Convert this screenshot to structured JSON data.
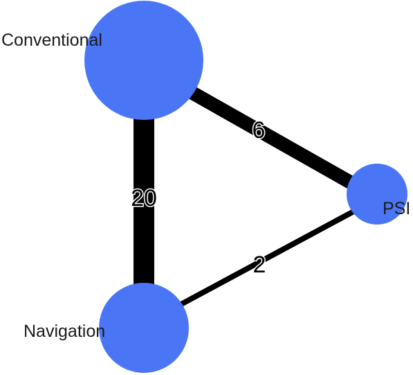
{
  "diagram": {
    "type": "network-graph",
    "node_color": "#4a76f5",
    "edge_color": "#000000",
    "nodes": [
      {
        "id": "conventional",
        "label": "Conventional"
      },
      {
        "id": "psi",
        "label": "PSI"
      },
      {
        "id": "navigation",
        "label": "Navigation"
      }
    ],
    "edges": [
      {
        "from": "conventional",
        "to": "navigation",
        "label": "20"
      },
      {
        "from": "conventional",
        "to": "psi",
        "label": "6"
      },
      {
        "from": "psi",
        "to": "navigation",
        "label": "2"
      }
    ]
  }
}
